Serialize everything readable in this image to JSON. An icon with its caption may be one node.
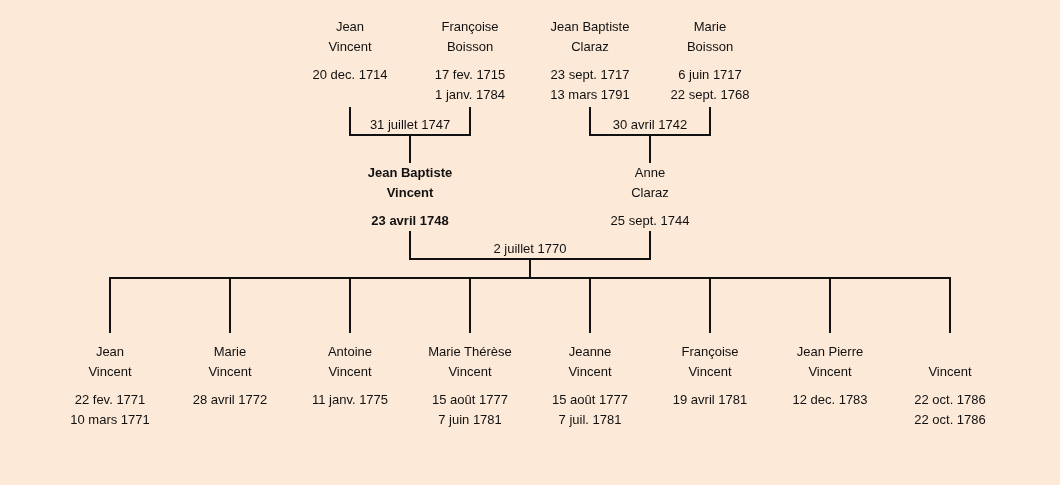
{
  "diagram": {
    "nodes": [
      {
        "text": [
          "Jean Vincent",
          "20 dec. 1714"
        ]
      },
      {
        "text": [
          "Françoise Boisson",
          "17 fev. 1715",
          "1 janv. 1784"
        ]
      },
      {
        "text": [
          "Jean Baptiste Claraz",
          "23 sept. 1717",
          "13 mars 1791"
        ]
      },
      {
        "text": [
          "Marie Boisson",
          "6 juin 1717",
          "22 sept. 1768"
        ]
      },
      {
        "text": [
          "Jean Baptiste Vincent",
          "23 avril 1748"
        ]
      },
      {
        "text": [
          "Anne Claraz",
          "25 sept. 1744"
        ]
      },
      {
        "text": [
          "Jean Vincent",
          "22 fev. 1771",
          "10 mars 1771"
        ]
      },
      {
        "text": [
          "Marie Vincent",
          "28 avril 1772"
        ]
      },
      {
        "text": [
          "Antoine Vincent",
          "11 janv. 1775"
        ]
      },
      {
        "text": [
          "Marie Thérèse Vincent",
          "15 août 1777",
          "7 juin 1781"
        ]
      },
      {
        "text": [
          "Jeanne Vincent",
          "15 août 1777",
          "7 juil. 1781"
        ]
      },
      {
        "text": [
          "Françoise Vincent",
          "19 avril 1781"
        ]
      },
      {
        "text": [
          "Jean Pierre Vincent",
          "12 dec. 1783"
        ]
      },
      {
        "text": [
          "Vincent",
          "22 oct. 1786",
          "22 oct. 1786"
        ]
      }
    ],
    "edges": [
      {
        "from": 0,
        "to": 4,
        "arrow": "none",
        "label": "31 juillet 1747"
      },
      {
        "from": 1,
        "to": 4,
        "arrow": "none"
      },
      {
        "from": 2,
        "to": 5,
        "arrow": "none",
        "label": "30 avril 1742"
      },
      {
        "from": 3,
        "to": 5,
        "arrow": "none"
      },
      {
        "from": 4,
        "to": 6,
        "arrow": "none",
        "label": "2 juillet 1770"
      },
      {
        "from": 5,
        "to": 6,
        "arrow": "none"
      },
      {
        "from": 4,
        "to": 7,
        "arrow": "none"
      },
      {
        "from": 5,
        "to": 7,
        "arrow": "none"
      },
      {
        "from": 4,
        "to": 8,
        "arrow": "none"
      },
      {
        "from": 5,
        "to": 8,
        "arrow": "none"
      },
      {
        "from": 4,
        "to": 9,
        "arrow": "none"
      },
      {
        "from": 5,
        "to": 9,
        "arrow": "none"
      },
      {
        "from": 4,
        "to": 10,
        "arrow": "none"
      },
      {
        "from": 5,
        "to": 10,
        "arrow": "none"
      },
      {
        "from": 4,
        "to": 11,
        "arrow": "none"
      },
      {
        "from": 5,
        "to": 11,
        "arrow": "none"
      },
      {
        "from": 4,
        "to": 12,
        "arrow": "none"
      },
      {
        "from": 5,
        "to": 12,
        "arrow": "none"
      },
      {
        "from": 4,
        "to": 13,
        "arrow": "none"
      },
      {
        "from": 5,
        "to": 13,
        "arrow": "none"
      }
    ]
  }
}
